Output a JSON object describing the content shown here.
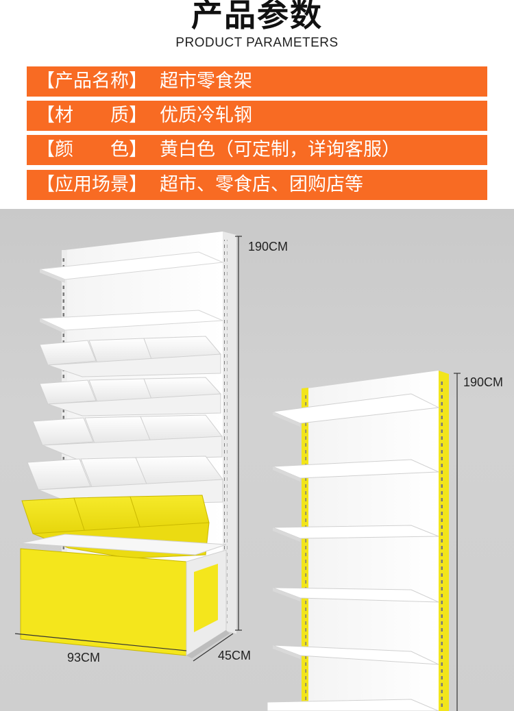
{
  "header": {
    "title": "产品参数",
    "subtitle": "PRODUCT PARAMETERS"
  },
  "params": [
    {
      "key": "【产品名称】",
      "value": "超市零食架"
    },
    {
      "key": "【材　　质】",
      "value": "优质冷轧钢"
    },
    {
      "key": "【颜　　色】",
      "value": "黄白色（可定制，详询客服）"
    },
    {
      "key": "【应用场景】",
      "value": "超市、零食店、团购店等"
    }
  ],
  "dimensions": {
    "left_height": "190CM",
    "left_width": "93CM",
    "left_depth": "45CM",
    "right_height": "190CM"
  },
  "colors": {
    "param_bar": "#f86b23",
    "shelf_yellow": "#f2e51b",
    "background": "#cfcfcf"
  }
}
